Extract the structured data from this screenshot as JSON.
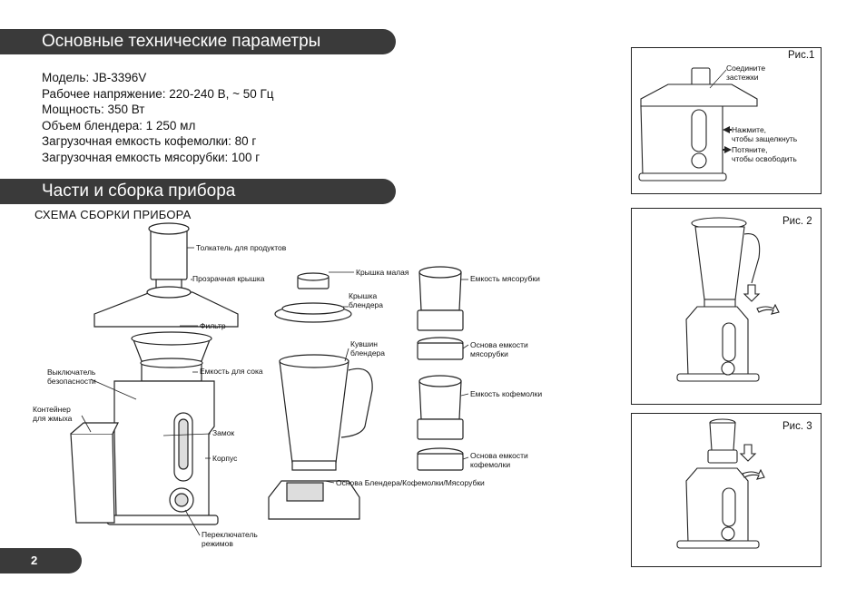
{
  "sections": {
    "specs_title": "Основные технические параметры",
    "parts_title": "Части и сборка прибора"
  },
  "specs": [
    "Модель: JB-3396V",
    "Рабочее напряжение: 220-240 В, ~ 50 Гц",
    "Мощность: 350 Вт",
    "Объем блендера: 1 250 мл",
    "Загрузочная емкость кофемолки: 80 г",
    "Загрузочная емкость мясорубки: 100 г"
  ],
  "scheme_title": "СХЕМА СБОРКИ ПРИБОРА",
  "labels": {
    "pusher": "Толкатель для продуктов",
    "lid": "Прозрачная крышка",
    "filter": "Фильтр",
    "juice_container": "Емкость для сока",
    "safety_switch": "Выключатель\nбезопасности",
    "pulp_container": "Контейнер\nдля жмыха",
    "lock": "Замок",
    "body": "Корпус",
    "mode_switch": "Переключатель\nрежимов",
    "small_lid": "Крышка малая",
    "blender_lid": "Крышка\nблендера",
    "blender_jug": "Кувшин\nблендера",
    "base": "Основа Блендера/Кофемолки/Мясорубки",
    "mincer_container": "Емкость мясорубки",
    "mincer_base": "Основа емкости\nмясорубки",
    "grinder_container": "Емкость кофемолки",
    "grinder_base": "Основа емкости\nкофемолки"
  },
  "figures": {
    "fig1": {
      "title": "Рис.1",
      "connect": "Соедините\nзастежки",
      "press": "Нажмите,\nчтобы защелкнуть",
      "pull": "Потяните,\nчтобы освободить"
    },
    "fig2": {
      "title": "Рис. 2"
    },
    "fig3": {
      "title": "Рис. 3"
    }
  },
  "page_number": "2"
}
